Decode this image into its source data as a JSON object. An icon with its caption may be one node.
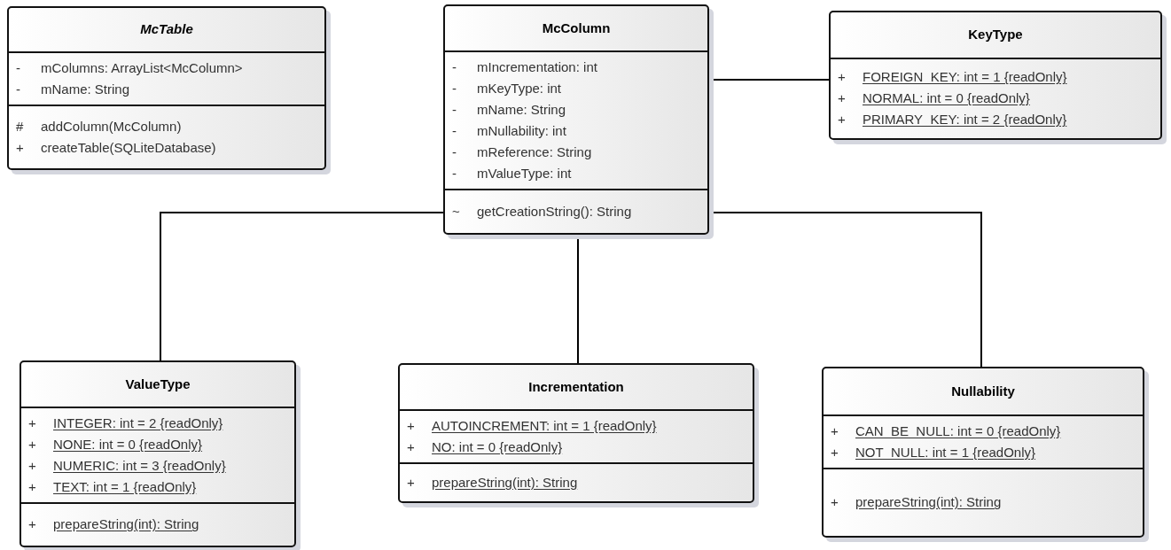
{
  "diagram": {
    "nodes": [
      {
        "text": [
          "McTable"
        ]
      },
      {
        "text": [
          "-",
          "mColumns: ArrayList<McColumn>",
          "-",
          "mName: String"
        ],
        "in": 0
      },
      {
        "text": [
          "#",
          "addColumn(McColumn)",
          "+",
          "createTable(SQLiteDatabase)"
        ],
        "in": 0
      },
      {
        "text": [
          "McColumn"
        ]
      },
      {
        "text": [
          "-",
          "mIncrementation: int",
          "-",
          "mKeyType: int",
          "-",
          "mName: String",
          "-",
          "mNullability: int",
          "-",
          "mReference: String",
          "-",
          "mValueType: int"
        ],
        "in": 3
      },
      {
        "text": [
          "~",
          "getCreationString(): String"
        ],
        "in": 3
      },
      {
        "text": [
          "KeyType"
        ]
      },
      {
        "text": [
          "+",
          "FOREIGN_KEY: int = 1 {readOnly}",
          "+",
          "NORMAL: int = 0 {readOnly}",
          "+",
          "PRIMARY_KEY: int = 2 {readOnly}"
        ],
        "in": 6
      },
      {
        "text": [
          "ValueType"
        ]
      },
      {
        "text": [
          "+",
          "INTEGER: int = 2 {readOnly}",
          "+",
          "NONE: int = 0 {readOnly}",
          "+",
          "NUMERIC: int = 3 {readOnly}",
          "+",
          "TEXT: int = 1 {readOnly}"
        ],
        "in": 8
      },
      {
        "text": [
          "+",
          "prepareString(int): String"
        ],
        "in": 8
      },
      {
        "text": [
          "Incrementation"
        ]
      },
      {
        "text": [
          "+",
          "AUTOINCREMENT: int = 1 {readOnly}",
          "+",
          "NO: int = 0 {readOnly}"
        ],
        "in": 11
      },
      {
        "text": [
          "+",
          "prepareString(int): String"
        ],
        "in": 11
      },
      {
        "text": [
          "Nullability"
        ]
      },
      {
        "text": [
          "+",
          "CAN_BE_NULL: int = 0 {readOnly}",
          "+",
          "NOT_NULL: int = 1 {readOnly}"
        ],
        "in": 14
      },
      {
        "text": [
          "+",
          "prepareString(int): String"
        ],
        "in": 14
      }
    ],
    "edges": [
      {
        "from": 3,
        "to": 6,
        "arrow": "none"
      },
      {
        "from": 3,
        "to": 8,
        "arrow": "none"
      },
      {
        "from": 3,
        "to": 11,
        "arrow": "none"
      },
      {
        "from": 3,
        "to": 14,
        "arrow": "none"
      }
    ]
  }
}
